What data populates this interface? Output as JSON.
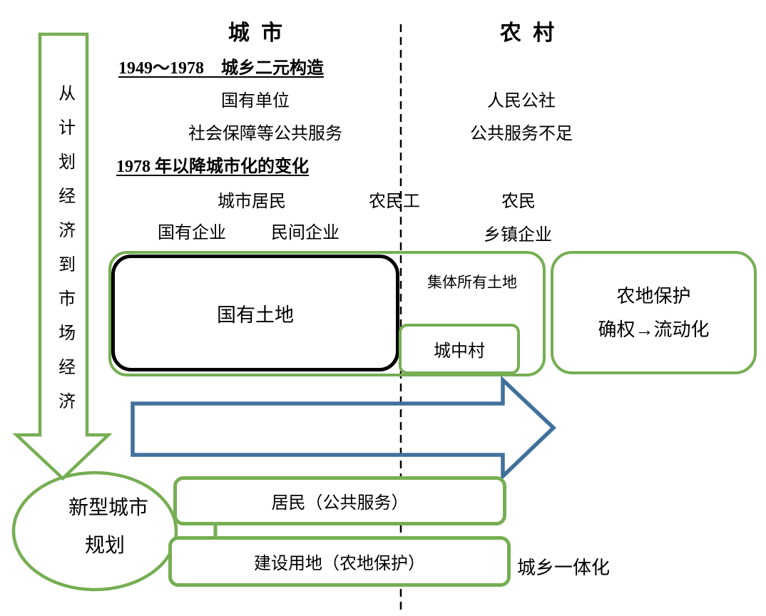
{
  "colors": {
    "accent_green": "#76AE53",
    "accent_blue": "#41719C",
    "line_black": "#000000"
  },
  "left_flow": {
    "label": "从计划经济到市场经济"
  },
  "column_titles": {
    "urban": "城 市",
    "rural": "农 村"
  },
  "era1": {
    "heading": "1949～1978　城乡二元构造",
    "urban_items": [
      "国有单位",
      "社会保障等公共服务"
    ],
    "rural_items": [
      "人民公社",
      "公共服务不足"
    ]
  },
  "era2": {
    "heading": "1978 年以降城市化的变化",
    "people": {
      "urban": "城市居民",
      "migrant": "农民工",
      "rural": "农民"
    },
    "enterprises": {
      "state": "国有企业",
      "private": "民间企业",
      "township": "乡镇企业"
    }
  },
  "land": {
    "state_land": "国有土地",
    "collective_land": "集体所有土地",
    "urban_village": "城中村",
    "farmland_protection": {
      "line1": "农地保护",
      "line2": "确权→流动化"
    }
  },
  "integration": {
    "planning": {
      "line1": "新型城市",
      "line2": "规划"
    },
    "residents_box": "居民（公共服务）",
    "construction_box": "建设用地（农地保护）",
    "label": "城乡一体化"
  }
}
